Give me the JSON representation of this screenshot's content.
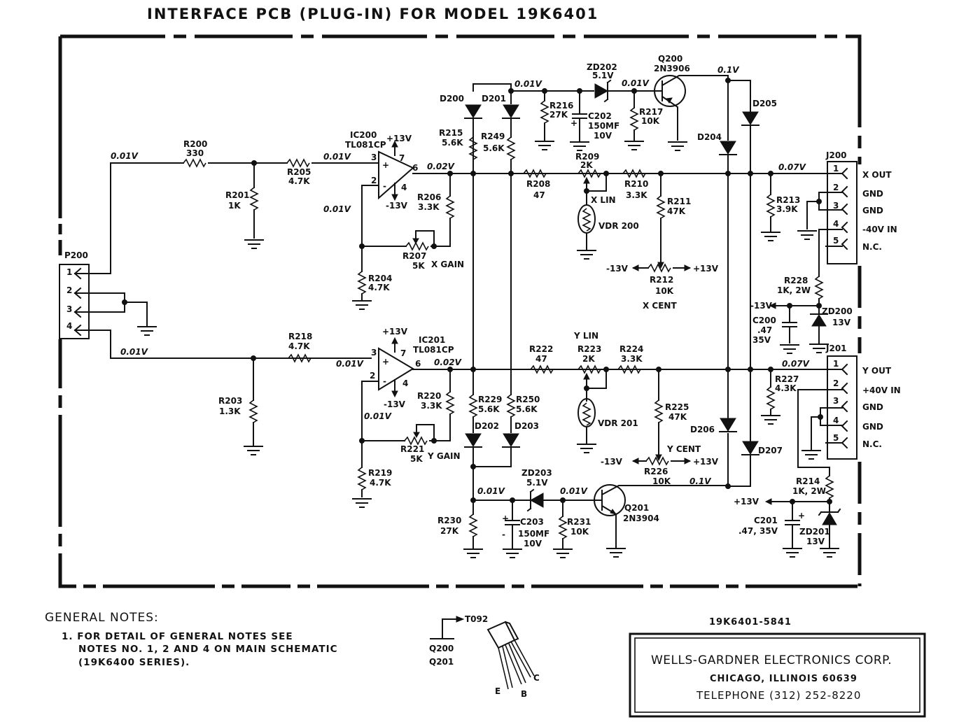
{
  "title": "INTERFACE PCB (PLUG-IN) FOR MODEL  19K6401",
  "document_number": "19K6401-5841",
  "connectors": {
    "p200": {
      "ref": "P200",
      "pins": [
        "1",
        "2",
        "3",
        "4"
      ]
    },
    "j200": {
      "ref": "J200",
      "pins": [
        "1",
        "2",
        "3",
        "4",
        "5"
      ],
      "signals": [
        "X OUT",
        "GND",
        "GND",
        "-40V IN",
        "N.C."
      ]
    },
    "j201": {
      "ref": "J201",
      "pins": [
        "1",
        "2",
        "3",
        "4",
        "5"
      ],
      "signals": [
        "Y OUT",
        "+40V IN",
        "GND",
        "GND",
        "N.C."
      ]
    }
  },
  "x_channel": {
    "r200": {
      "ref": "R200",
      "value": "330"
    },
    "r201": {
      "ref": "R201",
      "value": "1K"
    },
    "r205": {
      "ref": "R205",
      "value": "4.7K"
    },
    "ic200": {
      "ref": "IC200",
      "part": "TL081CP",
      "pin_plus": "3",
      "pin_minus": "2",
      "pin_out": "6",
      "pin_vpos": "7",
      "pin_vneg": "4",
      "vpos": "+13V",
      "vneg": "-13V"
    },
    "r204": {
      "ref": "R204",
      "value": "4.7K"
    },
    "r206": {
      "ref": "R206",
      "value": "3.3K"
    },
    "r207": {
      "ref": "R207",
      "value": "5K",
      "function": "X GAIN"
    },
    "r208": {
      "ref": "R208",
      "value": "47"
    },
    "r209": {
      "ref": "R209",
      "value": "2K",
      "function": "X LIN"
    },
    "vdr200": {
      "ref": "VDR 200"
    },
    "r210": {
      "ref": "R210",
      "value": "3.3K"
    },
    "r211": {
      "ref": "R211",
      "value": "47K"
    },
    "r212": {
      "ref": "R212",
      "value": "10K",
      "function": "X CENT",
      "neg": "-13V",
      "pos": "+13V"
    },
    "r213": {
      "ref": "R213",
      "value": "3.9K"
    },
    "r215": {
      "ref": "R215",
      "value": "5.6K"
    },
    "r249": {
      "ref": "R249",
      "value": "5.6K"
    },
    "d200": {
      "ref": "D200"
    },
    "d201": {
      "ref": "D201"
    },
    "r216": {
      "ref": "R216",
      "value": "27K"
    },
    "c202": {
      "ref": "C202",
      "value": "150MF",
      "voltage": "10V"
    },
    "zd202": {
      "ref": "ZD202",
      "value": "5.1V"
    },
    "r217": {
      "ref": "R217",
      "value": "10K"
    },
    "q200": {
      "ref": "Q200",
      "part": "2N3906"
    }
  },
  "y_channel": {
    "r218": {
      "ref": "R218",
      "value": "4.7K"
    },
    "r203": {
      "ref": "R203",
      "value": "1.3K"
    },
    "ic201": {
      "ref": "IC201",
      "part": "TL081CP",
      "pin_plus": "3",
      "pin_minus": "2",
      "pin_out": "6",
      "pin_vpos": "7",
      "pin_vneg": "4",
      "vpos": "+13V",
      "vneg": "-13V"
    },
    "r219": {
      "ref": "R219",
      "value": "4.7K"
    },
    "r220": {
      "ref": "R220",
      "value": "3.3K"
    },
    "r221": {
      "ref": "R221",
      "value": "5K",
      "function": "Y GAIN"
    },
    "r222": {
      "ref": "R222",
      "value": "47"
    },
    "r223": {
      "ref": "R223",
      "value": "2K",
      "function": "Y LIN"
    },
    "vdr201": {
      "ref": "VDR 201"
    },
    "r224": {
      "ref": "R224",
      "value": "3.3K"
    },
    "r225": {
      "ref": "R225",
      "value": "47K"
    },
    "r226": {
      "ref": "R226",
      "value": "10K",
      "function": "Y CENT",
      "neg": "-13V",
      "pos": "+13V"
    },
    "r227": {
      "ref": "R227",
      "value": "4.3K"
    },
    "r229": {
      "ref": "R229",
      "value": "5.6K"
    },
    "r250": {
      "ref": "R250",
      "value": "5.6K"
    },
    "d202": {
      "ref": "D202"
    },
    "d203": {
      "ref": "D203"
    },
    "r230": {
      "ref": "R230",
      "value": "27K"
    },
    "c203": {
      "ref": "C203",
      "value": "150MF",
      "voltage": "10V"
    },
    "zd203": {
      "ref": "ZD203",
      "value": "5.1V"
    },
    "r231": {
      "ref": "R231",
      "value": "10K"
    },
    "q201": {
      "ref": "Q201",
      "part": "2N3904"
    }
  },
  "diodes": {
    "d204": "D204",
    "d205": "D205",
    "d206": "D206",
    "d207": "D207"
  },
  "power": {
    "r228": {
      "ref": "R228",
      "value": "1K, 2W"
    },
    "zd200": {
      "ref": "ZD200",
      "value": "13V"
    },
    "c200": {
      "ref": "C200",
      "value": ".47",
      "voltage": "35V",
      "rail": "-13V"
    },
    "r214": {
      "ref": "R214",
      "value": "1K, 2W"
    },
    "zd201": {
      "ref": "ZD201",
      "value": "13V"
    },
    "c201": {
      "ref": "C201",
      "value": ".47, 35V",
      "rail": "+13V"
    }
  },
  "voltages": {
    "x_in": "0.01V",
    "x_plus": "0.01V",
    "x_minus": "0.01V",
    "x_out": "0.02V",
    "x_jout": "0.07V",
    "y_in": "0.01V",
    "y_plus": "0.01V",
    "y_minus": "0.01V",
    "y_out": "0.02V",
    "y_jout": "0.07V",
    "top_node": "0.01V",
    "q200_base": "0.01V",
    "q200_col": "0.1V",
    "bot_node": "0.01V",
    "q201_base": "0.01V",
    "q201_col": "0.1V"
  },
  "notes": {
    "heading": "GENERAL NOTES:",
    "lines": [
      "1. FOR DETAIL OF GENERAL NOTES SEE",
      "NOTES NO. 1, 2 AND 4 ON MAIN SCHEMATIC",
      "(19K6400 SERIES)."
    ]
  },
  "package_detail": {
    "package": "T092",
    "transistors": [
      "Q200",
      "Q201"
    ],
    "leads": [
      "E",
      "B",
      "C"
    ]
  },
  "title_block": {
    "company": "WELLS-GARDNER ELECTRONICS CORP.",
    "city": "CHICAGO, ILLINOIS  60639",
    "phone": "TELEPHONE (312) 252-8220"
  }
}
